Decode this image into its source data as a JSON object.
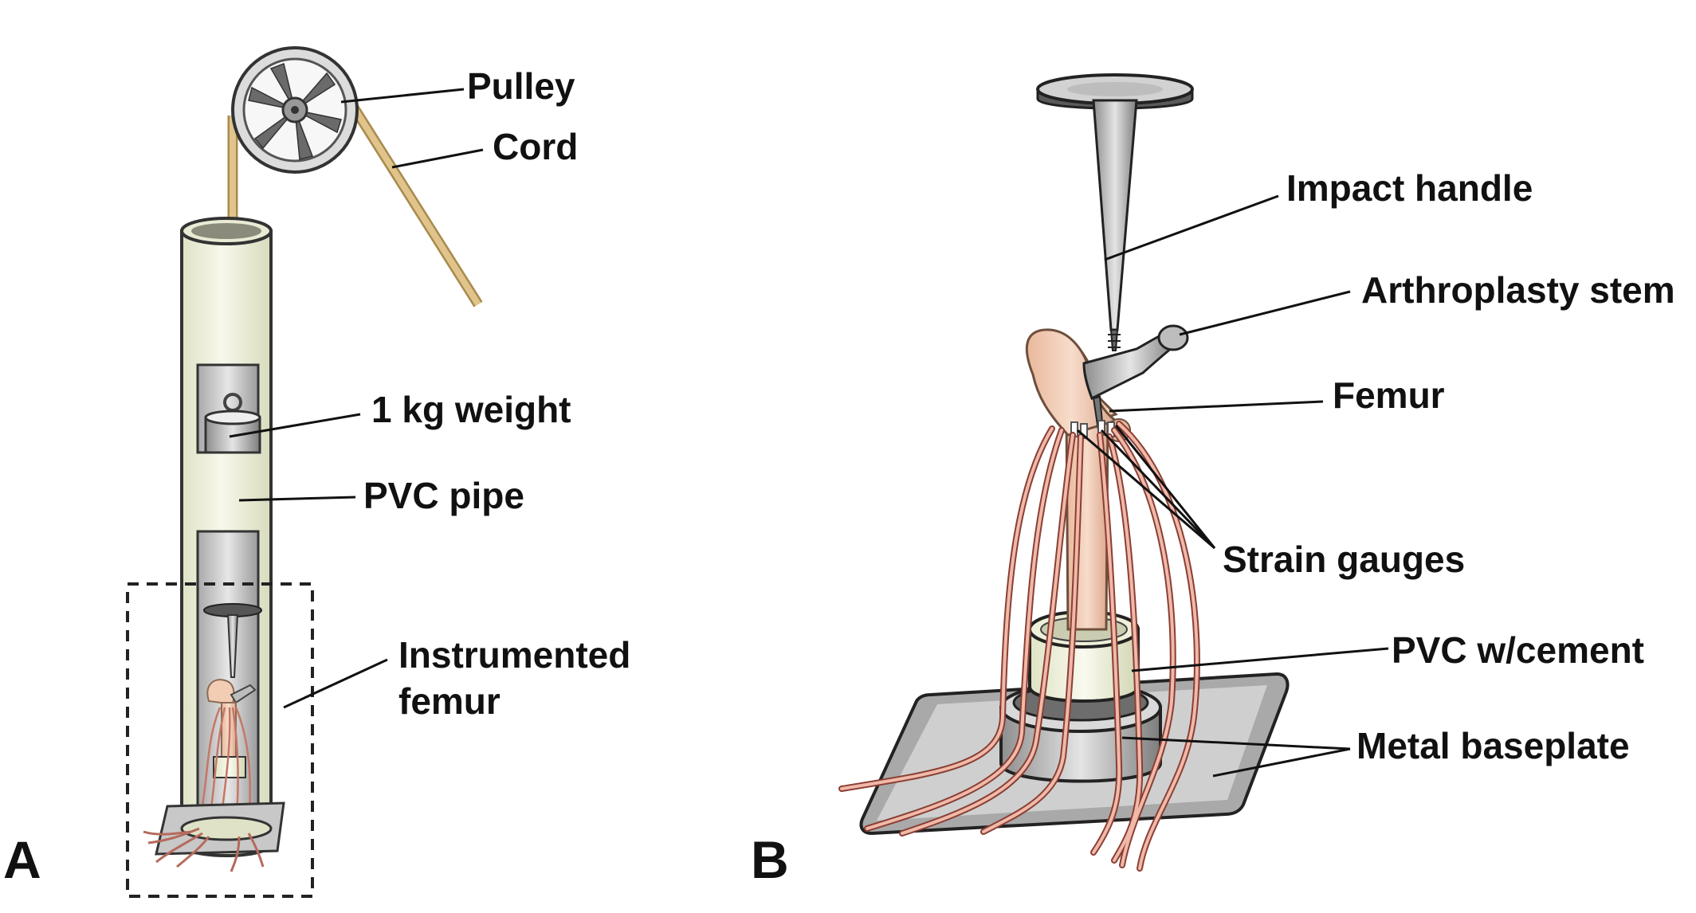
{
  "panels": [
    {
      "letter": "A",
      "labels": {
        "pulley": "Pulley",
        "cord": "Cord",
        "weight": "1 kg weight",
        "pvc_pipe": "PVC pipe",
        "instrumented_femur_line1": "Instrumented",
        "instrumented_femur_line2": "femur"
      }
    },
    {
      "letter": "B",
      "labels": {
        "impact_handle": "Impact handle",
        "arthroplasty_stem": "Arthroplasty stem",
        "femur": "Femur",
        "strain_gauges": "Strain gauges",
        "pvc_cement": "PVC w/cement",
        "metal_baseplate": "Metal baseplate"
      }
    }
  ],
  "colors": {
    "pipe": "#f1f3df",
    "bone": "#f2cdb4",
    "metal": "#c9c9c9",
    "wire": "#d98a7c",
    "cord": "#d7b77a",
    "label": "#111111"
  }
}
